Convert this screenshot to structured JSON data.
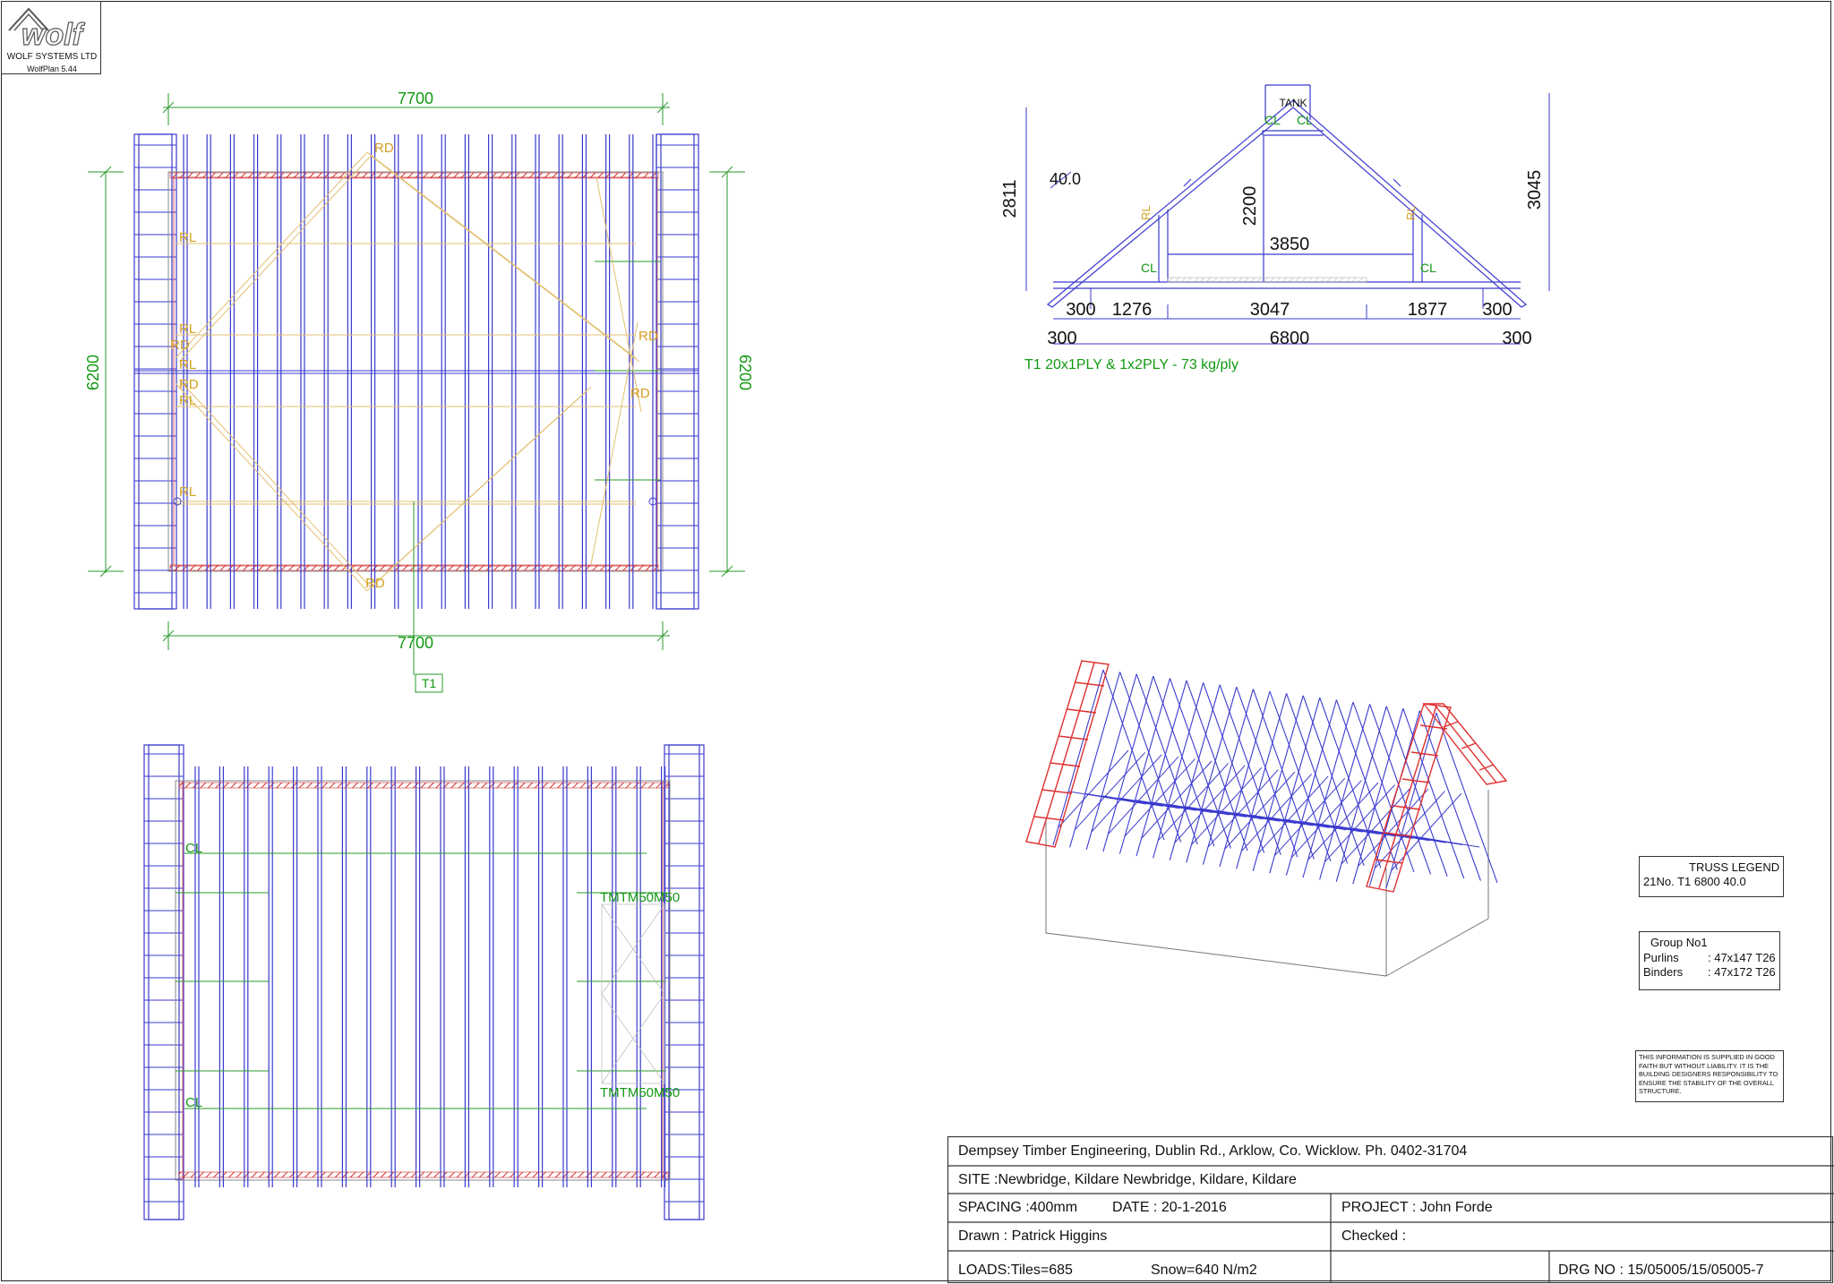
{
  "logo": {
    "brand": "wolf",
    "company": "WOLF SYSTEMS LTD",
    "version": "WolfPlan 5.44"
  },
  "plan_top": {
    "dim_top": "7700",
    "dim_bottom": "7700",
    "dim_left": "6200",
    "dim_right": "6200",
    "tag": "T1",
    "rd_labels": [
      "RD",
      "RD",
      "RD",
      "RD",
      "RD",
      "RD"
    ],
    "rl_labels": [
      "RL",
      "RL",
      "RL",
      "RL",
      "RL"
    ]
  },
  "plan_bottom": {
    "cl_labels": [
      "CL",
      "CL"
    ],
    "tm_labels": [
      "TMTM50M50",
      "TMTM50M50"
    ]
  },
  "truss_elevation": {
    "top_label": "TANK",
    "pitch": "40.0",
    "height_left": "2811",
    "height_right": "3045",
    "room_height": "2200",
    "room_width": "3850",
    "span_segments": [
      "300",
      "1276",
      "3047",
      "1877",
      "300"
    ],
    "overall": [
      "300",
      "6800",
      "300"
    ],
    "cl_labels": [
      "CL",
      "CL",
      "CL",
      "CL"
    ],
    "rl_labels": [
      "RL",
      "RL"
    ],
    "spec": "T1  20x1PLY  &  1x2PLY - 73 kg/ply"
  },
  "legend": {
    "title": "TRUSS LEGEND",
    "row": "21No. T1  6800 40.0"
  },
  "group": {
    "title": "Group No1",
    "rows": [
      {
        "name": "Purlins",
        "value": ": 47x147 T26"
      },
      {
        "name": "Binders",
        "value": ": 47x172 T26"
      }
    ]
  },
  "disclaimer": "THIS INFORMATION IS SUPPLIED IN GOOD FAITH BUT WITHOUT LIABILITY. IT IS THE BUILDING DESIGNERS RESPONSIBILITY TO ENSURE THE STABILITY OF THE OVERALL STRUCTURE.",
  "title_block": {
    "company": "Dempsey Timber Engineering, Dublin Rd., Arklow, Co. Wicklow. Ph. 0402-31704",
    "site": "SITE :Newbridge, Kildare Newbridge, Kildare, Kildare",
    "spacing": "SPACING :400mm",
    "date": "DATE : 20-1-2016",
    "project": "PROJECT : John Forde",
    "drawn": "Drawn : Patrick Higgins",
    "checked": "Checked :",
    "loads": "LOADS:Tiles=685",
    "snow": "Snow=640 N/m2",
    "drg": "DRG NO : 15/05005/15/05005-7"
  },
  "colors": {
    "member": "#3a3acf",
    "dimension": "#2a9a2a",
    "label_green": "#119911",
    "label_orange": "#d4a020",
    "hatch_red": "#d03030",
    "gable_red": "#e03030",
    "outline": "#333333"
  }
}
